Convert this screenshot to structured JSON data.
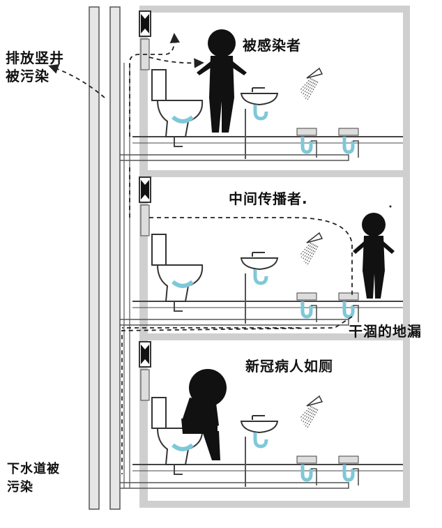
{
  "labels": {
    "stack_contaminated_line1": "排放竖井",
    "stack_contaminated_line2": "被污染",
    "infected_person": "被感染者",
    "intermediate_spreader": "中间传播者.",
    "dry_floor_drain": "干涸的地漏",
    "covid_patient_toilet": "新冠病人如厕",
    "sewer_contaminated_line1": "下水道被",
    "sewer_contaminated_line2": "污染"
  },
  "colors": {
    "pipe_gray": "#c8c8c8",
    "pipe_outline": "#555555",
    "water_trap": "#7ec8d8",
    "figure": "#111111",
    "floor": "#bdbdbd"
  },
  "icons": [
    "fan-icon",
    "toilet-icon",
    "sink-icon",
    "shower-icon",
    "floor-drain-icon",
    "person-icon"
  ]
}
